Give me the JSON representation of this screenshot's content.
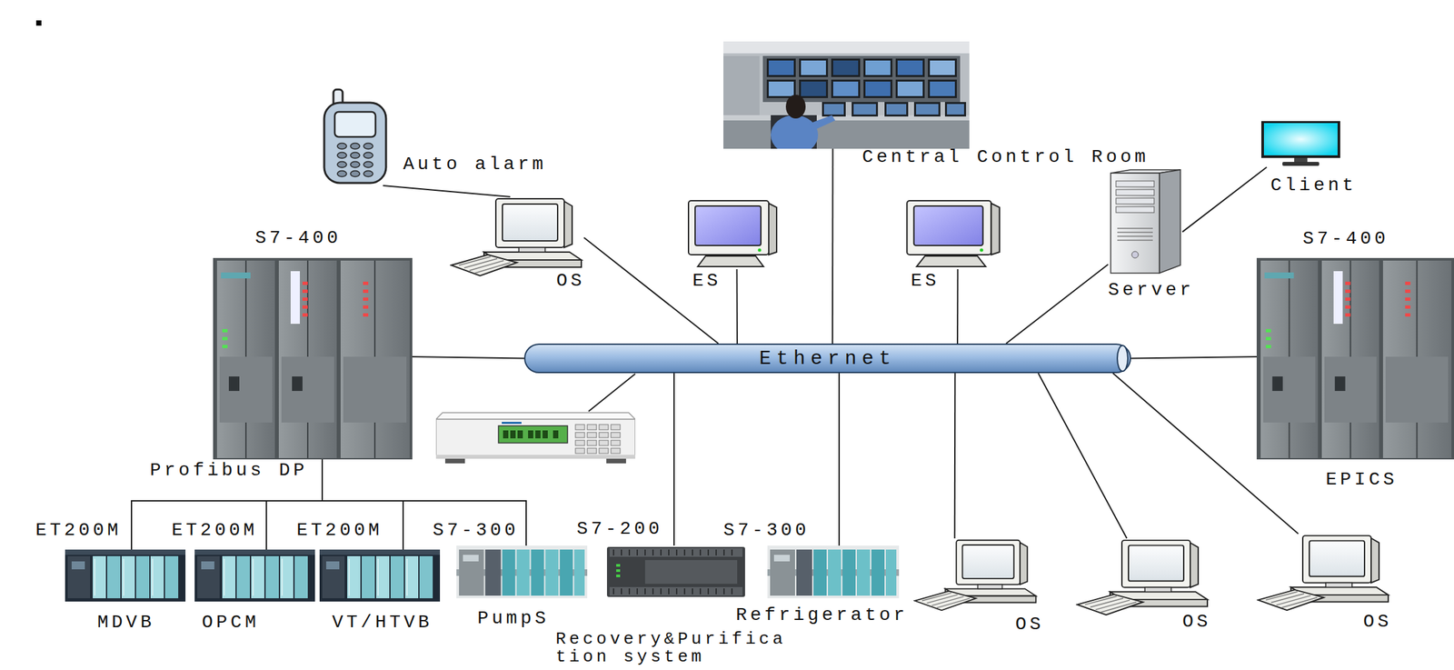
{
  "diagram": {
    "nodes": [
      {
        "text": [
          "Auto alarm"
        ]
      },
      {
        "text": [
          "Central Control Room"
        ]
      },
      {
        "text": [
          "Client"
        ]
      },
      {
        "text": [
          "S7-400"
        ]
      },
      {
        "text": [
          "OS"
        ]
      },
      {
        "text": [
          "ES"
        ]
      },
      {
        "text": [
          "ES"
        ]
      },
      {
        "text": [
          "Server"
        ]
      },
      {
        "text": [
          "S7-400",
          "EPICS"
        ]
      },
      {
        "text": [
          "Ethernet"
        ]
      },
      {
        "text": [
          "ET200M",
          "MDVB"
        ]
      },
      {
        "text": [
          "ET200M",
          "OPCM"
        ]
      },
      {
        "text": [
          "ET200M",
          "VT/HTVB"
        ]
      },
      {
        "text": [
          "S7-300",
          "PumpS"
        ]
      },
      {
        "text": [
          "S7-200",
          "Recovery&Purification system"
        ]
      },
      {
        "text": [
          "S7-300",
          "Refrigerator"
        ]
      },
      {
        "text": [
          "OS"
        ]
      },
      {
        "text": [
          "OS"
        ]
      },
      {
        "text": [
          "OS"
        ]
      }
    ],
    "edges": [
      {
        "from": 0,
        "to": 4,
        "arrow": "none"
      },
      {
        "from": 4,
        "to": 9,
        "arrow": "none"
      },
      {
        "from": 5,
        "to": 9,
        "arrow": "none"
      },
      {
        "from": 1,
        "to": 9,
        "arrow": "none"
      },
      {
        "from": 6,
        "to": 9,
        "arrow": "none"
      },
      {
        "from": 7,
        "to": 9,
        "arrow": "none"
      },
      {
        "from": 7,
        "to": 2,
        "arrow": "none"
      },
      {
        "from": 3,
        "to": 9,
        "arrow": "none"
      },
      {
        "from": 9,
        "to": 8,
        "arrow": "none"
      },
      {
        "from": 3,
        "to": 10,
        "arrow": "none"
      },
      {
        "from": 3,
        "to": 11,
        "arrow": "none"
      },
      {
        "from": 3,
        "to": 12,
        "arrow": "none"
      },
      {
        "from": 3,
        "to": 13,
        "arrow": "none"
      },
      {
        "from": 9,
        "to": 14,
        "arrow": "none"
      },
      {
        "from": 9,
        "to": 15,
        "arrow": "none"
      },
      {
        "from": 9,
        "to": 16,
        "arrow": "none"
      },
      {
        "from": 9,
        "to": 17,
        "arrow": "none"
      },
      {
        "from": 9,
        "to": 18,
        "arrow": "none"
      }
    ],
    "labels": [
      "Profibus DP"
    ]
  }
}
